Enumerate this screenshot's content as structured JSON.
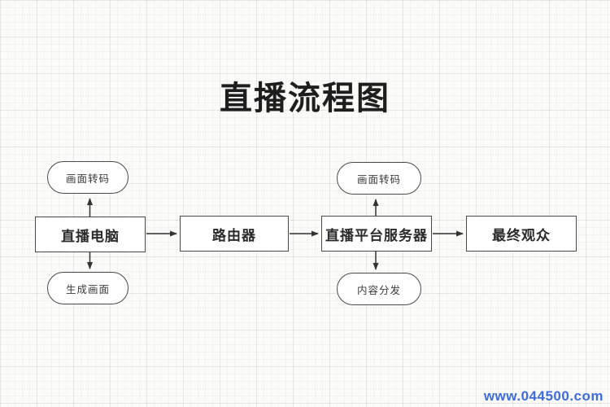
{
  "title": "直播流程图",
  "watermark": "www.044500.com",
  "diagram": {
    "nodes": {
      "computer": {
        "label": "直播电脑",
        "shape": "rectangle"
      },
      "router": {
        "label": "路由器",
        "shape": "rectangle"
      },
      "server": {
        "label": "直播平台服务器",
        "shape": "rectangle"
      },
      "audience": {
        "label": "最终观众",
        "shape": "rectangle"
      },
      "transcode_left": {
        "label": "画面转码",
        "shape": "rounded"
      },
      "generate": {
        "label": "生成画面",
        "shape": "rounded"
      },
      "transcode_right": {
        "label": "画面转码",
        "shape": "rounded"
      },
      "distribute": {
        "label": "内容分发",
        "shape": "rounded"
      }
    },
    "edges": [
      {
        "from": "computer",
        "to": "transcode_left",
        "direction": "up"
      },
      {
        "from": "computer",
        "to": "generate",
        "direction": "down"
      },
      {
        "from": "computer",
        "to": "router",
        "direction": "right"
      },
      {
        "from": "router",
        "to": "server",
        "direction": "right"
      },
      {
        "from": "server",
        "to": "transcode_right",
        "direction": "up"
      },
      {
        "from": "server",
        "to": "distribute",
        "direction": "down"
      },
      {
        "from": "server",
        "to": "audience",
        "direction": "right"
      }
    ]
  },
  "colors": {
    "node_stroke": "#4a4a4a",
    "arrow": "#333333",
    "title_text": "#1e1e1e",
    "watermark_blue": "#3f6be0",
    "background": "#fbfbfa"
  }
}
